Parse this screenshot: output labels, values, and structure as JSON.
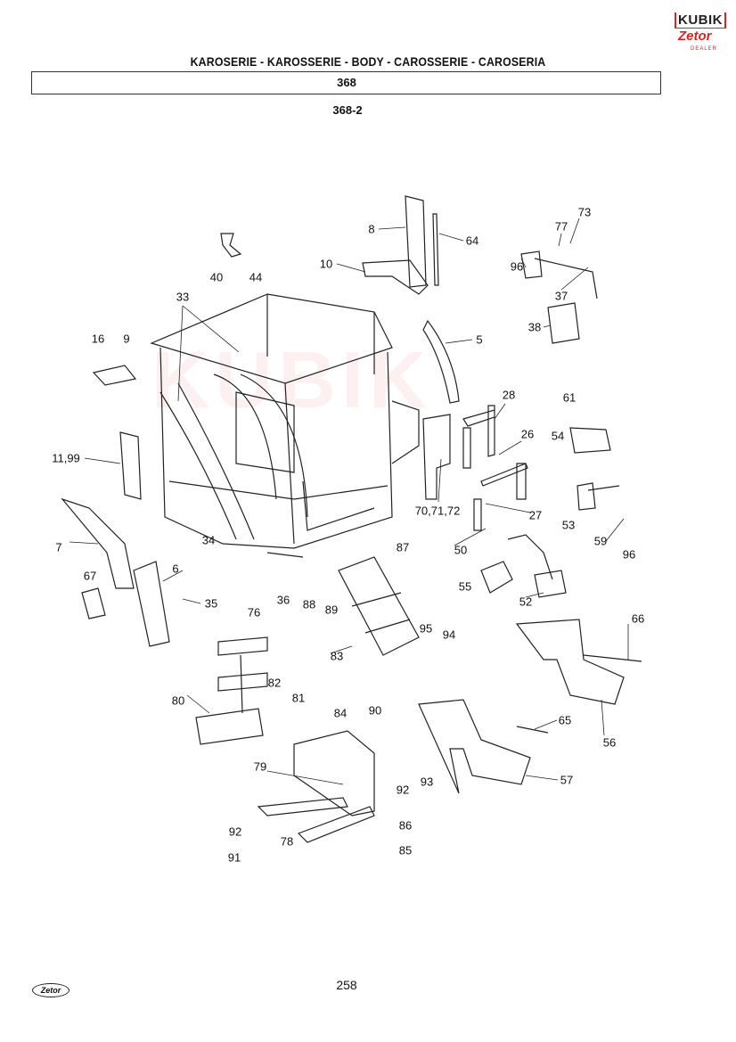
{
  "header": {
    "title": "KAROSERIE - KAROSSERIE - BODY - CAROSSERIE - CAROSERIA",
    "group": "368",
    "subgroup": "368-2"
  },
  "logo": {
    "brand": "KUBIK",
    "sub": "Zetor",
    "dealer": "DEALER"
  },
  "watermark": "KUBIK",
  "callouts": [
    "8",
    "64",
    "73",
    "77",
    "96",
    "37",
    "10",
    "40",
    "44",
    "33",
    "16",
    "9",
    "5",
    "38",
    "61",
    "28",
    "54",
    "26",
    "11,99",
    "70,71,72",
    "27",
    "53",
    "59",
    "96",
    "50",
    "87",
    "7",
    "34",
    "6",
    "67",
    "35",
    "76",
    "36",
    "88",
    "89",
    "55",
    "52",
    "66",
    "95",
    "94",
    "83",
    "80",
    "82",
    "81",
    "90",
    "84",
    "65",
    "56",
    "79",
    "92",
    "93",
    "57",
    "78",
    "92",
    "86",
    "91",
    "85"
  ],
  "footer": {
    "page": "258",
    "logo": "Zetor"
  }
}
